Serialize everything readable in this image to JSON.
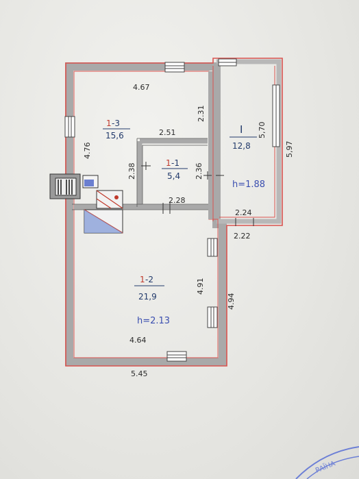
{
  "plan": {
    "rooms": [
      {
        "id_prefix": "1",
        "id_suffix": "-3",
        "area": "15,6"
      },
      {
        "id_prefix": "1",
        "id_suffix": "-1",
        "area": "5,4"
      },
      {
        "id_prefix": "1",
        "id_suffix": "-2",
        "area": "21,9"
      },
      {
        "id": "I",
        "area": "12,8"
      }
    ],
    "heights": {
      "room1": "h=1.88",
      "room2": "h=2.13"
    },
    "dimensions": {
      "top_room13": "4.67",
      "room13_left": "4.76",
      "room13_right": "2.31",
      "room11_top": "2.51",
      "room11_left": "2.38",
      "room11_right": "2.36",
      "room11_bottom": "2.28",
      "room1_inner": "5,70",
      "room1_outer": "5,97",
      "room1_bottom_inner": "2.24",
      "room1_bottom_outer": "2.22",
      "room12_right_inner": "4.91",
      "room12_right_outer": "4.94",
      "room12_bottom": "4.64",
      "overall_bottom": "5.45"
    },
    "stamp_text": "РАЇНА"
  }
}
